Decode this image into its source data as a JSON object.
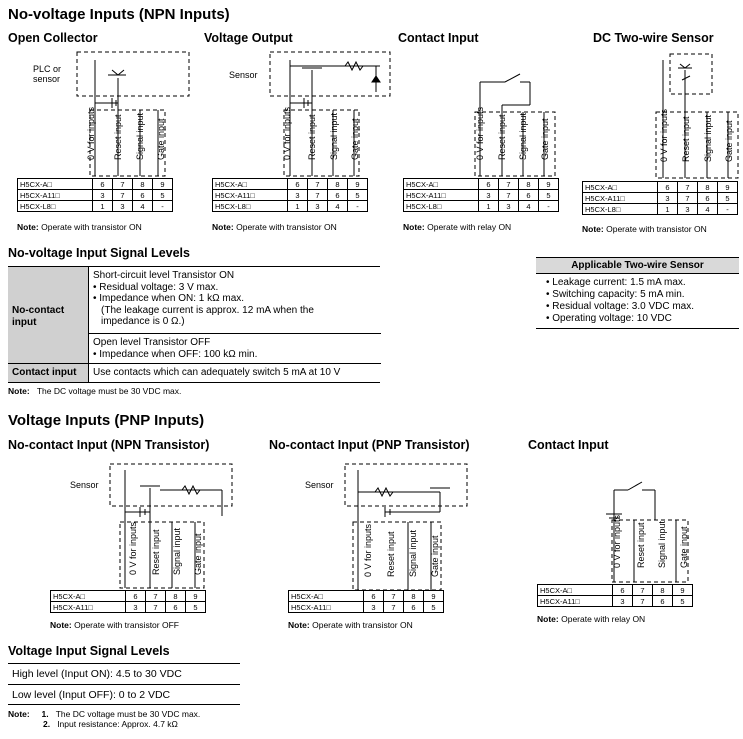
{
  "title_npn": "No-voltage Inputs (NPN Inputs)",
  "diagrams_top": {
    "open_collector": "Open Collector",
    "voltage_output": "Voltage Output",
    "contact_input": "Contact Input",
    "dc_two_wire": "DC Two-wire Sensor",
    "plc_label": "PLC or sensor",
    "sensor": "Sensor"
  },
  "pin_labels": [
    "0 V for inputs",
    "Reset input",
    "Signal input",
    "Gate input"
  ],
  "models": {
    "a": "H5CX-A□",
    "a11": "H5CX-A11□",
    "l8": "H5CX-L8□"
  },
  "pin_rows": {
    "a": [
      "6",
      "7",
      "8",
      "9"
    ],
    "a11": [
      "3",
      "7",
      "6",
      "5"
    ],
    "l8": [
      "1",
      "3",
      "4",
      "-"
    ]
  },
  "notes": {
    "note": "Note:",
    "transistor_on": "Operate with transistor ON",
    "relay_on": "Operate with relay ON",
    "transistor_off": "Operate with transistor OFF",
    "dc_30": "The DC voltage must be 30 VDC max.",
    "dc_30_num": "1.",
    "resist_num": "2.",
    "resist": "Input resistance: Approx. 4.7 kΩ"
  },
  "nv_signal_levels": {
    "title": "No-voltage Input Signal Levels",
    "no_contact": "No-contact input",
    "short_title": "Short-circuit level Transistor ON",
    "short_1": "• Residual voltage: 3 V max.",
    "short_2": "• Impedance when ON: 1 kΩ max.",
    "short_3": "(The leakage current is approx. 12 mA when the impedance is 0 Ω.)",
    "open_title": "Open level Transistor OFF",
    "open_1": "• Impedance when OFF: 100 kΩ min.",
    "contact": "Contact input",
    "contact_desc": "Use contacts which can adequately switch 5 mA at 10 V",
    "note_text": "The DC voltage must be 30 VDC max."
  },
  "two_wire": {
    "title": "Applicable Two-wire Sensor",
    "items": [
      "• Leakage current: 1.5 mA max.",
      "• Switching capacity: 5 mA min.",
      "• Residual voltage: 3.0 VDC max.",
      "• Operating voltage: 10 VDC"
    ]
  },
  "title_pnp": "Voltage Inputs (PNP Inputs)",
  "diagrams_bottom": {
    "nc_npn": "No-contact Input (NPN Transistor)",
    "nc_pnp": "No-contact Input (PNP Transistor)",
    "contact": "Contact Input"
  },
  "v_signal_levels": {
    "title": "Voltage Input Signal Levels",
    "high": "High level (Input ON): 4.5 to 30 VDC",
    "low": "Low level (Input OFF): 0 to 2 VDC"
  }
}
